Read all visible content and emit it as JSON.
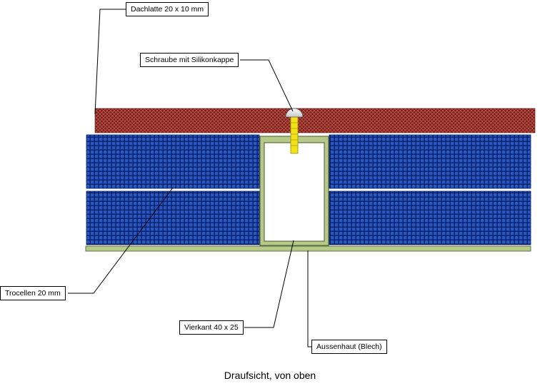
{
  "labels": {
    "batten": "Dachlatte 20 x 10 mm",
    "screw": "Schraube mit Silikonkappe",
    "insulation": "Trocellen 20 mm",
    "tube": "Vierkant 40 x 25",
    "skin": "Aussenhaut (Blech)"
  },
  "caption": "Draufsicht, von oben",
  "colors": {
    "batten_fill": "#7a1e1e",
    "batten_hatch": "#b84a3a",
    "insulation_fill": "#1a4fbf",
    "insulation_grid": "#0a1f5a",
    "tube_frame": "#b5c98a",
    "tube_outline": "#4a5a2a",
    "skin": "#b5c98a",
    "screw": "#f2e21a",
    "leader": "#000000"
  }
}
